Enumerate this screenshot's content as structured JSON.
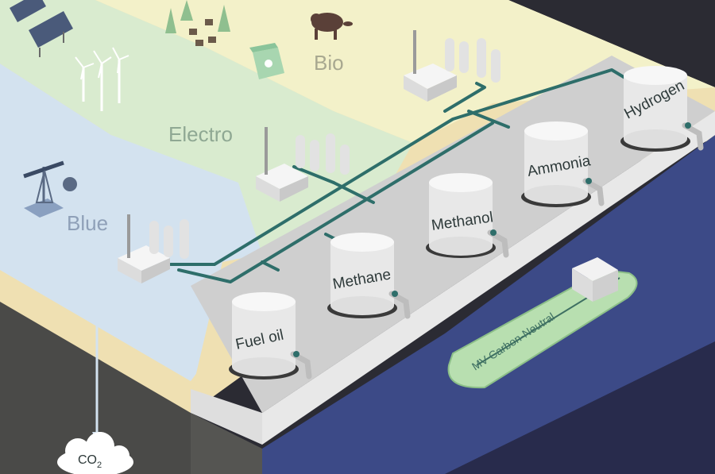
{
  "regions": {
    "bio": "Bio",
    "electro": "Electro",
    "blue": "Blue"
  },
  "tanks": {
    "hydrogen": "Hydrogen",
    "ammonia": "Ammonia",
    "methanol": "Methanol",
    "methane": "Methane",
    "fuel_oil": "Fuel oil"
  },
  "ship": {
    "name": "MV Carbon-Neutral"
  },
  "co2": {
    "label": "CO",
    "subscript": "2"
  },
  "colors": {
    "bio_zone": "#f3f1c9",
    "electro_zone": "#d9ebcf",
    "blue_zone": "#d3e2ef",
    "sand": "#efe0b2",
    "soil": "#4a4a48",
    "water_surface": "#3c4a87",
    "water_side": "#282b4c",
    "quay_top": "#cfcfcf",
    "quay_side": "#e6e6e6",
    "pipe": "#2e6e6a",
    "ship_hull": "#b8dfb0",
    "tank_body": "#e8e8e8"
  }
}
